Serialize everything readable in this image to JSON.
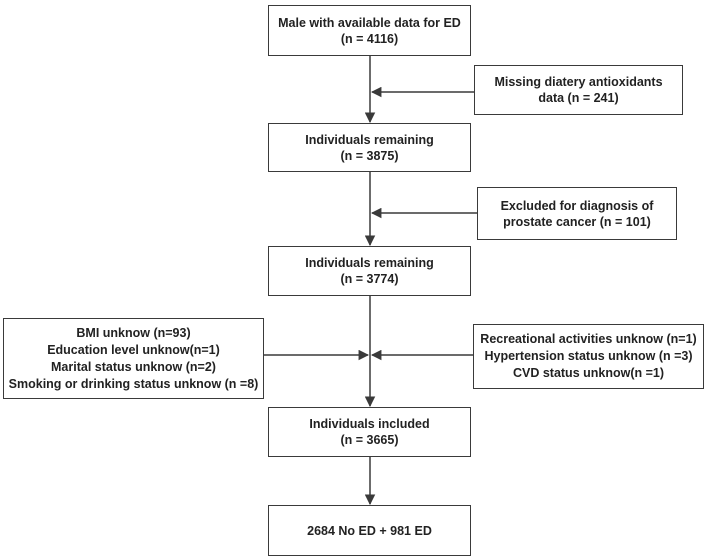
{
  "boxes": {
    "start": {
      "lines": [
        "Male with available data for ED",
        "(n = 4116)"
      ]
    },
    "exclude_antioxidants": {
      "lines": [
        "Missing diatery antioxidants",
        "data (n = 241)"
      ]
    },
    "remaining_1": {
      "lines": [
        "Individuals remaining",
        "(n = 3875)"
      ]
    },
    "exclude_prostate": {
      "lines": [
        "Excluded for diagnosis of",
        "prostate cancer (n = 101)"
      ]
    },
    "remaining_2": {
      "lines": [
        "Individuals remaining",
        "(n = 3774)"
      ]
    },
    "exclude_left": {
      "lines": [
        "BMI unknow (n=93)",
        "Education level unknow(n=1)",
        "Marital status unknow (n=2)",
        "Smoking or drinking status unknow (n =8)"
      ]
    },
    "exclude_right": {
      "lines": [
        "Recreational activities unknow (n=1)",
        "Hypertension status unknow (n =3)",
        "CVD status unknow(n =1)"
      ]
    },
    "included": {
      "lines": [
        "Individuals included",
        "(n = 3665)"
      ]
    },
    "final": {
      "lines": [
        "2684 No ED + 981 ED"
      ]
    }
  },
  "colors": {
    "line": "#3a3a3a",
    "text": "#222222",
    "background": "#ffffff"
  }
}
